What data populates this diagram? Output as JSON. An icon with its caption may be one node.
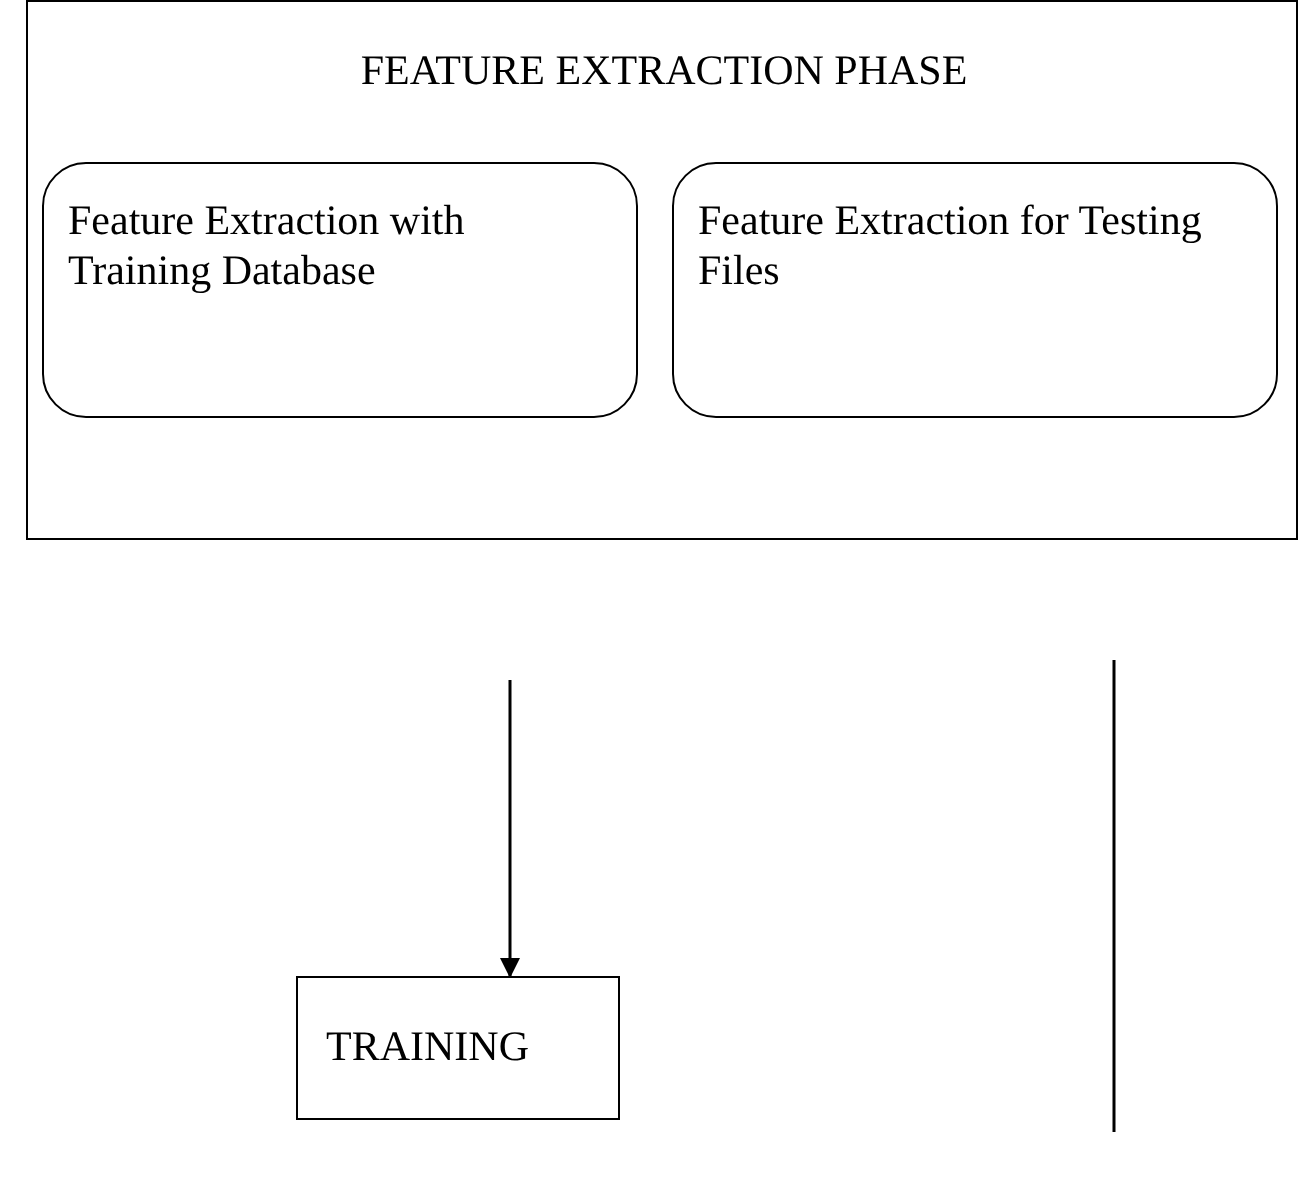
{
  "diagram": {
    "nodes": [
      {
        "text": [
          "FEATURE EXTRACTION PHASE"
        ]
      },
      {
        "text": [
          "Feature Extraction with Training Database"
        ],
        "in": 0
      },
      {
        "text": [
          "Feature Extraction for Testing Files"
        ],
        "in": 0
      },
      {
        "text": [
          "TRAINING"
        ]
      }
    ],
    "edges": [
      {
        "from": null,
        "to": 3,
        "arrow": "to"
      }
    ]
  }
}
